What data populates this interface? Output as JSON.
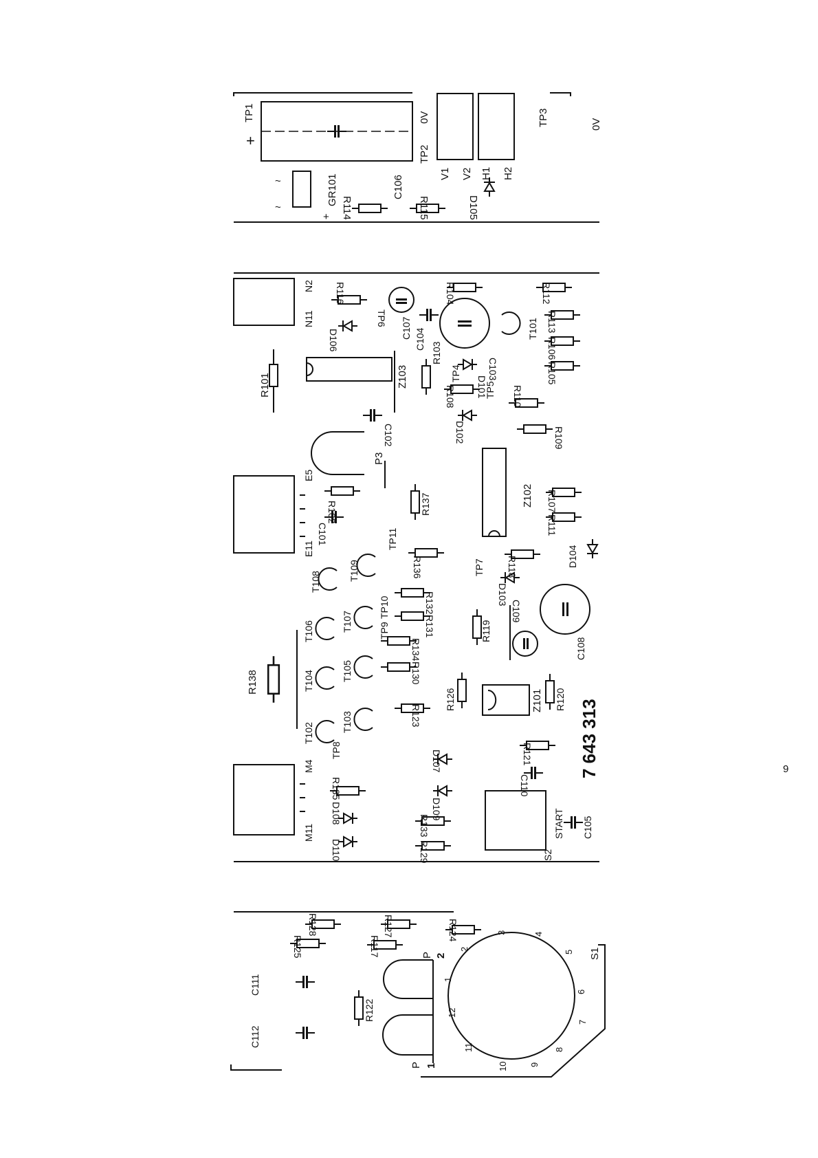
{
  "page": {
    "number": "9"
  },
  "board": {
    "part_number": "7 643 313"
  },
  "power_section": {
    "labels": {
      "tp1": "TP1",
      "plus": "+",
      "tp2": "TP2",
      "ov_a": "0V",
      "tp3": "TP3",
      "ov_b": "0V",
      "c106": "C106",
      "gr101": "GR101",
      "r114": "R114",
      "r115": "R115",
      "v1": "V1",
      "v2": "V2",
      "h1": "H1",
      "h2": "H2",
      "d105": "D105",
      "ac1": "~",
      "ac2": "~",
      "gr_plus": "+"
    }
  },
  "main_section": {
    "labels": {
      "r101": "R101",
      "r102": "R102",
      "r103": "R103",
      "r104": "R104",
      "r105": "R105",
      "r106": "R106",
      "r107": "R107",
      "r108": "R108",
      "r109": "R109",
      "r110": "R110",
      "r111": "R111",
      "r112": "R112",
      "r113": "R113",
      "r116": "R116",
      "r118": "R118",
      "r119": "R119",
      "r120": "R120",
      "r121": "R121",
      "r123": "R123",
      "r126": "R126",
      "r129": "R129",
      "r130": "R130",
      "r131": "R131",
      "r132": "R132",
      "r133": "R133",
      "r134": "R134",
      "r135": "R135",
      "r136": "R136",
      "r137": "R137",
      "r138": "R138",
      "c101": "C101",
      "c102": "C102",
      "c103": "C103",
      "c104": "C104",
      "c105": "C105",
      "c107": "C107",
      "c108": "C108",
      "c109": "C109",
      "c110": "C110",
      "d101": "D101",
      "d102": "D102",
      "d103": "D103",
      "d104": "D104",
      "d106": "D106",
      "d107": "D107",
      "d108": "D108",
      "d109": "D109",
      "d110": "D110",
      "t101": "T101",
      "t102": "T102",
      "t103": "T103",
      "t104": "T104",
      "t105": "T105",
      "t106": "T106",
      "t107": "T107",
      "t108": "T108",
      "t109": "T109",
      "z101": "Z101",
      "z102": "Z102",
      "z103": "Z103",
      "tp4": "TP4",
      "tp5": "TP5",
      "tp6": "TP6",
      "tp7": "TP7",
      "tp8": "TP8",
      "tp9": "TP9",
      "tp10": "TP10",
      "tp11": "TP11",
      "p3": "P3",
      "s2": "S2",
      "start": "START",
      "n11": "N11",
      "n2": "N2",
      "e11": "E11",
      "e5": "E5",
      "m11": "M11",
      "m4": "M4"
    }
  },
  "switch_section": {
    "labels": {
      "c111": "C111",
      "c112": "C112",
      "r117": "R117",
      "r122": "R122",
      "r124": "R124",
      "r125": "R125",
      "r127": "R127",
      "r128": "R128",
      "s1": "S1",
      "p1": "P",
      "p2": "P",
      "p1_num": "1",
      "p2_num": "2"
    },
    "dial_positions": [
      "1",
      "2",
      "3",
      "4",
      "5",
      "6",
      "7",
      "8",
      "9",
      "10",
      "11",
      "12"
    ]
  }
}
